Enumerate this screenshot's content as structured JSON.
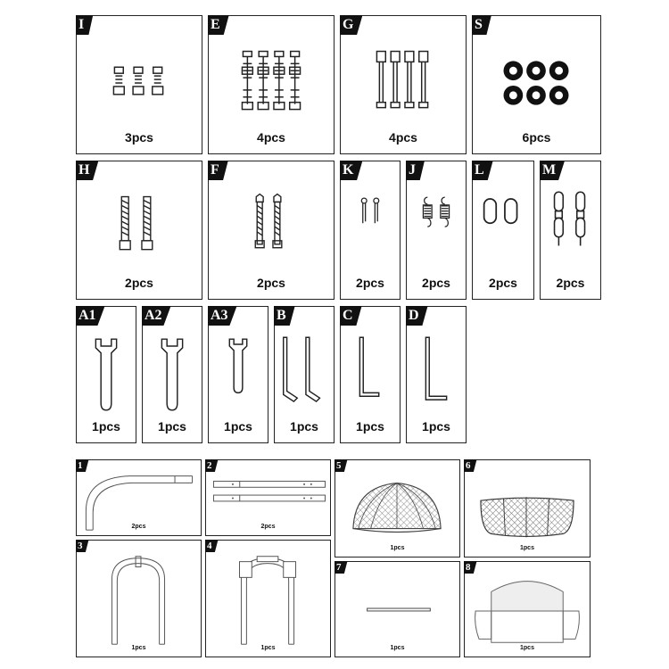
{
  "parts": {
    "I": {
      "label": "I",
      "qty": "3pcs"
    },
    "E": {
      "label": "E",
      "qty": "4pcs"
    },
    "G": {
      "label": "G",
      "qty": "4pcs"
    },
    "S": {
      "label": "S",
      "qty": "6pcs"
    },
    "H": {
      "label": "H",
      "qty": "2pcs"
    },
    "F": {
      "label": "F",
      "qty": "2pcs"
    },
    "K": {
      "label": "K",
      "qty": "2pcs"
    },
    "J": {
      "label": "J",
      "qty": "2pcs"
    },
    "L": {
      "label": "L",
      "qty": "2pcs"
    },
    "M": {
      "label": "M",
      "qty": "2pcs"
    },
    "A1": {
      "label": "A1",
      "qty": "1pcs"
    },
    "A2": {
      "label": "A2",
      "qty": "1pcs"
    },
    "A3": {
      "label": "A3",
      "qty": "1pcs"
    },
    "B": {
      "label": "B",
      "qty": "1pcs"
    },
    "C": {
      "label": "C",
      "qty": "1pcs"
    },
    "D": {
      "label": "D",
      "qty": "1pcs"
    }
  },
  "components": {
    "c1": {
      "label": "1",
      "qty": "2pcs"
    },
    "c2": {
      "label": "2",
      "qty": "2pcs"
    },
    "c3": {
      "label": "3",
      "qty": "1pcs"
    },
    "c4": {
      "label": "4",
      "qty": "1pcs"
    },
    "c5": {
      "label": "5",
      "qty": "1pcs"
    },
    "c6": {
      "label": "6",
      "qty": "1pcs"
    },
    "c7": {
      "label": "7",
      "qty": "1pcs"
    },
    "c8": {
      "label": "8",
      "qty": "1pcs"
    }
  }
}
